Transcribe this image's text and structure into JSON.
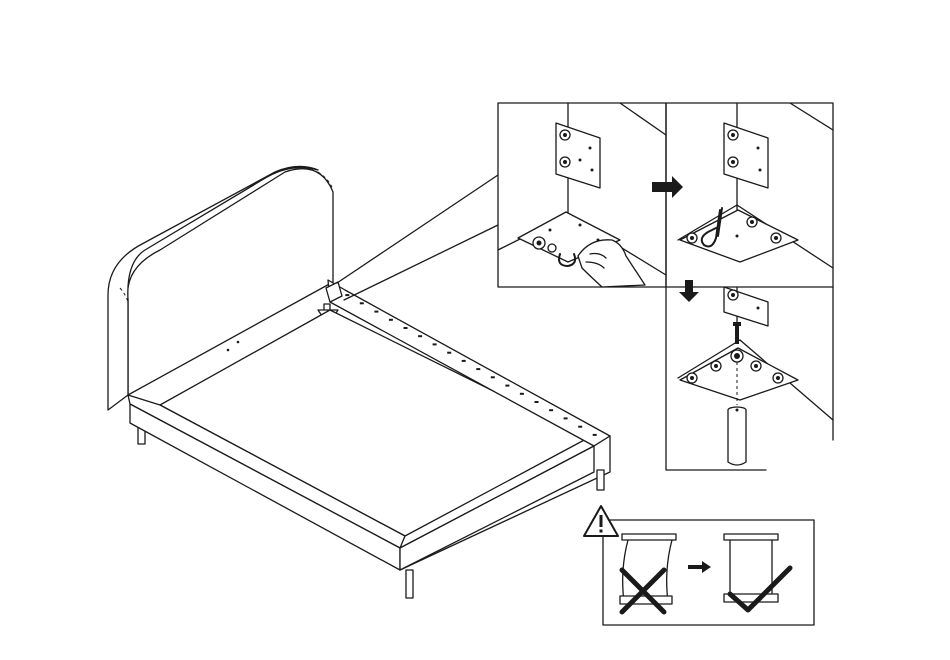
{
  "document": {
    "type": "assembly-instruction-step",
    "has_text": false
  },
  "illustrations": {
    "main": {
      "icon": "bed-frame-illustration"
    },
    "details": [
      {
        "icon": "bracket-hand-tighten-illustration"
      },
      {
        "icon": "bracket-allen-key-illustration"
      },
      {
        "icon": "leg-screw-attach-illustration"
      }
    ],
    "arrows": [
      {
        "icon": "arrow-right-icon"
      },
      {
        "icon": "arrow-down-icon"
      }
    ],
    "warning": {
      "icon": "warning-triangle-icon",
      "incorrect_icon": "cross-icon",
      "correct_icon": "checkmark-icon",
      "transition_icon": "arrow-right-icon"
    }
  },
  "colors": {
    "ink": "#1a1a1a",
    "paper": "#ffffff"
  }
}
